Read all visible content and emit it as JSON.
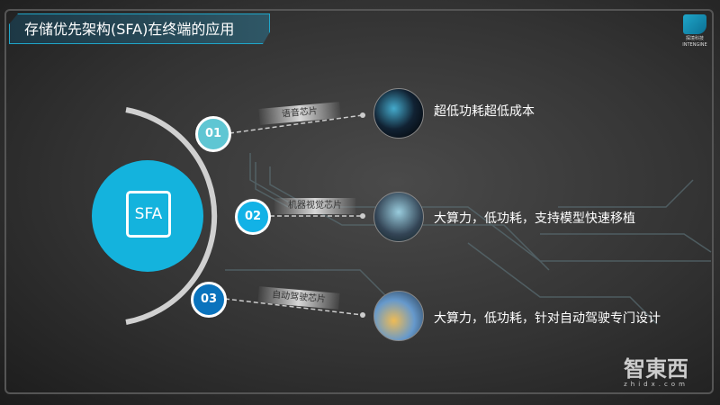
{
  "header": {
    "title": "存储优先架构(SFA)在终端的应用",
    "logo_text": "探境科技",
    "logo_sub": "INTENGINE"
  },
  "center": {
    "label": "SFA"
  },
  "items": [
    {
      "num": "01",
      "tag": "语音芯片",
      "desc": "超低功耗超低成本",
      "color": "#5fc6d3"
    },
    {
      "num": "02",
      "tag": "机器视觉芯片",
      "desc": "大算力，低功耗，支持模型快速移植",
      "color": "#12b2e6"
    },
    {
      "num": "03",
      "tag": "自动驾驶芯片",
      "desc": "大算力，低功耗，针对自动驾驶专门设计",
      "color": "#0a73bd"
    }
  ],
  "watermark": {
    "brand": "智東西",
    "url": "zhidx.com"
  },
  "colors": {
    "accent": "#14b3dd"
  }
}
